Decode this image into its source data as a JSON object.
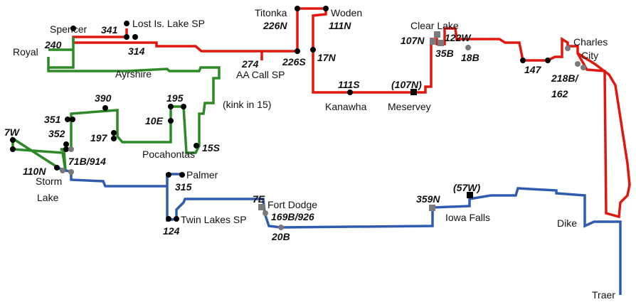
{
  "colors": {
    "red_route": "#e0170f",
    "green_route": "#2b8a26",
    "blue_route": "#2f5cb0",
    "stop": "#000000",
    "junction": "#7a7a7a"
  },
  "places": {
    "spencer": "Spencer",
    "lost_island": "Lost Is. Lake SP",
    "royal": "Royal",
    "ayrshire": "Ayrshire",
    "kink_note": "(kink in 15)",
    "titonka": "Titonka",
    "woden": "Woden",
    "aa_call": "AA Call SP",
    "kanawha": "Kanawha",
    "meservey": "Meservey",
    "clear_lake": "Clear Lake",
    "charles": "Charles",
    "city": "City",
    "pocahontas": "Pocahontas",
    "storm": "Storm",
    "lake": "Lake",
    "palmer": "Palmer",
    "twin_lakes": "Twin Lakes SP",
    "fort_dodge": "Fort Dodge",
    "iowa_falls": "Iowa Falls",
    "dike": "Dike",
    "traer": "Traer"
  },
  "exits": {
    "e341": "341",
    "e240": "240",
    "e314": "314",
    "e226n": "226N",
    "e111n": "111N",
    "e274": "274",
    "e226s": "226S",
    "e17n": "17N",
    "e111s": "111S",
    "e107n_paren": "(107N)",
    "e107n": "107N",
    "e122w": "122W",
    "e35b": "35B",
    "e18b": "18B",
    "e147": "147",
    "e218b": "218B/",
    "e162": "162",
    "e390": "390",
    "e195": "195",
    "e10e": "10E",
    "e351": "351",
    "e197": "197",
    "e352": "352",
    "e15s": "15S",
    "e7w": "7W",
    "e71b": "71B/914",
    "e110n": "110N",
    "e315": "315",
    "e124": "124",
    "e7e": "7E",
    "e169b": "169B/926",
    "e20b": "20B",
    "e359n": "359N",
    "e57w": "(57W)"
  }
}
